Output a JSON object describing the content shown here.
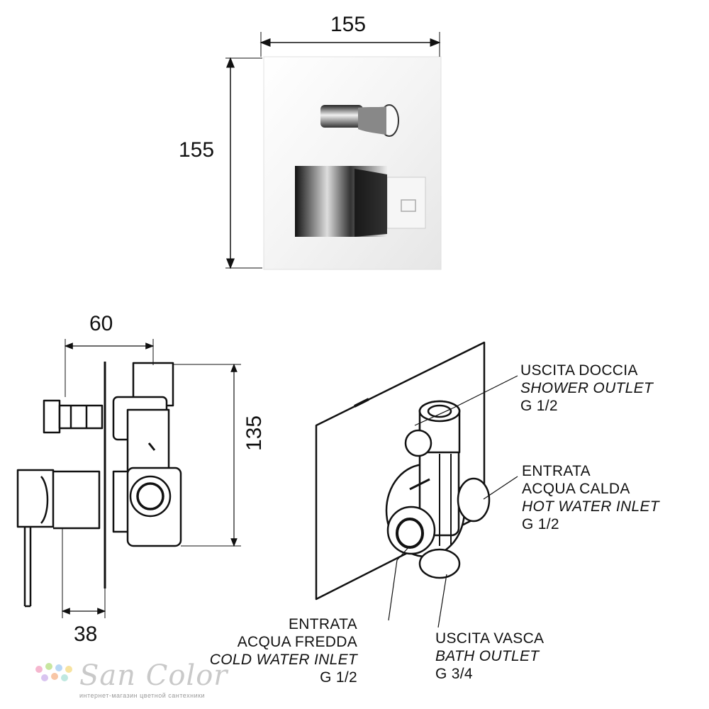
{
  "dimensions": {
    "front_width": "155",
    "front_height": "155",
    "depth": "60",
    "height": "135",
    "projection": "38"
  },
  "labels": {
    "shower_outlet": {
      "line1": "USCITA DOCCIA",
      "line2": "SHOWER OUTLET",
      "line3": "G 1/2"
    },
    "hot_inlet": {
      "line1": "ENTRATA",
      "line2": "ACQUA CALDA",
      "line3": "HOT WATER INLET",
      "line4": "G 1/2"
    },
    "cold_inlet": {
      "line1": "ENTRATA",
      "line2": "ACQUA FREDDA",
      "line3": "COLD WATER INLET",
      "line4": "G 1/2"
    },
    "bath_outlet": {
      "line1": "USCITA VASCA",
      "line2": "BATH OUTLET",
      "line3": "G 3/4"
    }
  },
  "watermark": {
    "brand": "San Color",
    "tagline": "интернет-магазин цветной сантехники"
  }
}
